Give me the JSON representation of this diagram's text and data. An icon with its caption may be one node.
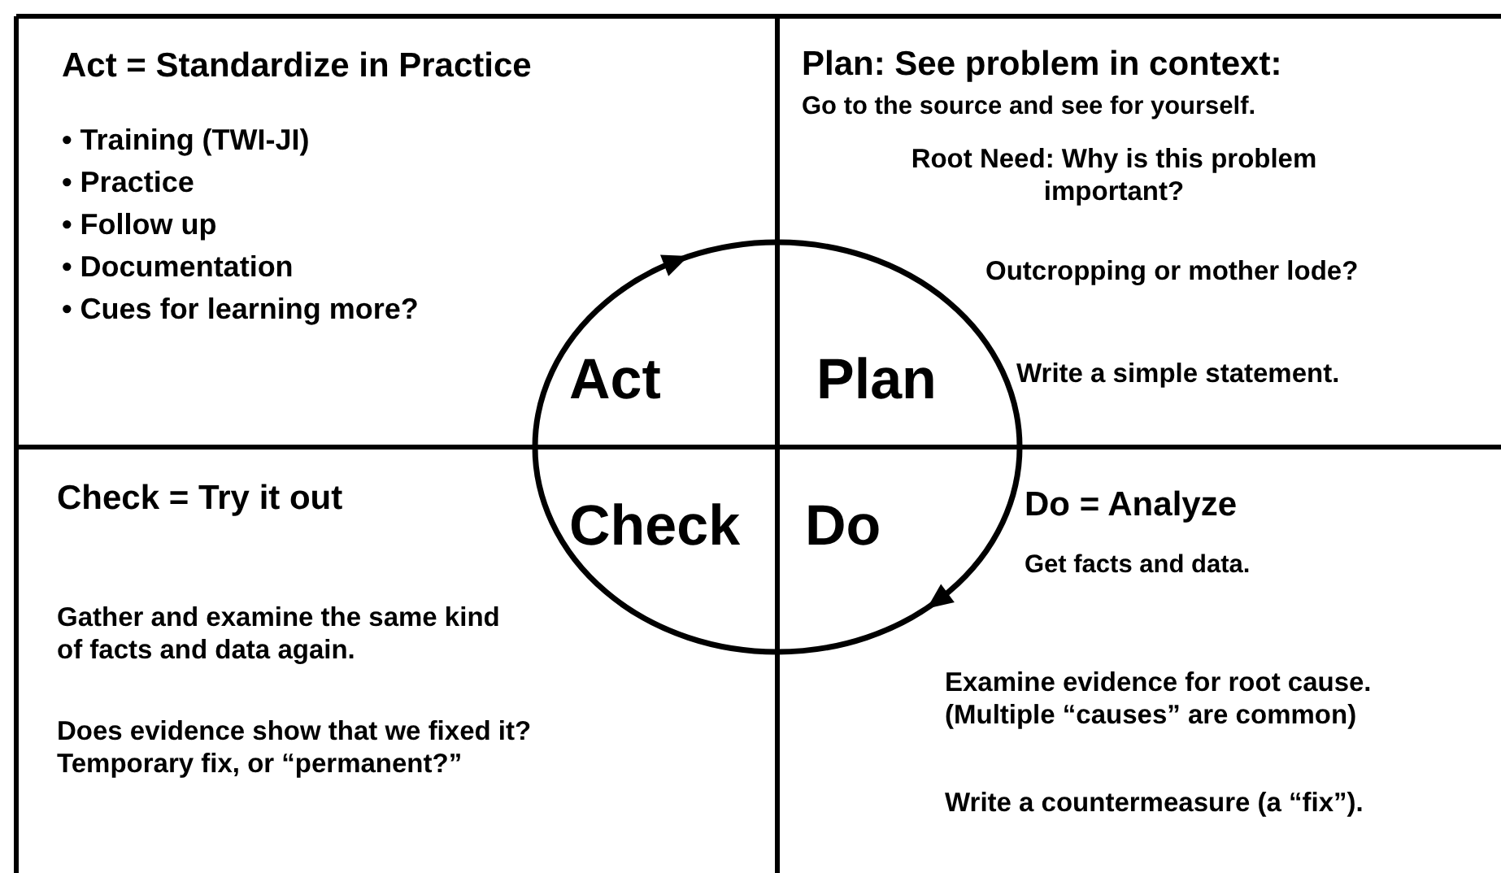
{
  "diagram": {
    "nodes": [
      {
        "text": [
          "Act = Standardize in Practice",
          "• Training (TWI-JI)",
          "• Practice",
          "• Follow up",
          "• Documentation",
          "• Cues for learning more?"
        ]
      },
      {
        "text": [
          "Plan: See problem in context:",
          "Go to the source and see for yourself.",
          "Root Need: Why is this problem important?",
          "Outcropping or mother lode?",
          "Write a simple statement."
        ]
      },
      {
        "text": [
          "Check = Try it out",
          "Gather and examine the same kind of facts and data again.",
          "Does evidence show that we fixed it? Temporary fix, or “permanent?”"
        ]
      },
      {
        "text": [
          "Do = Analyze",
          "Get facts and data.",
          "Examine evidence for root cause. (Multiple “causes” are common)",
          "Write a countermeasure (a “fix”)."
        ]
      }
    ],
    "labels": [
      "Act",
      "Plan",
      "Check",
      "Do"
    ]
  }
}
